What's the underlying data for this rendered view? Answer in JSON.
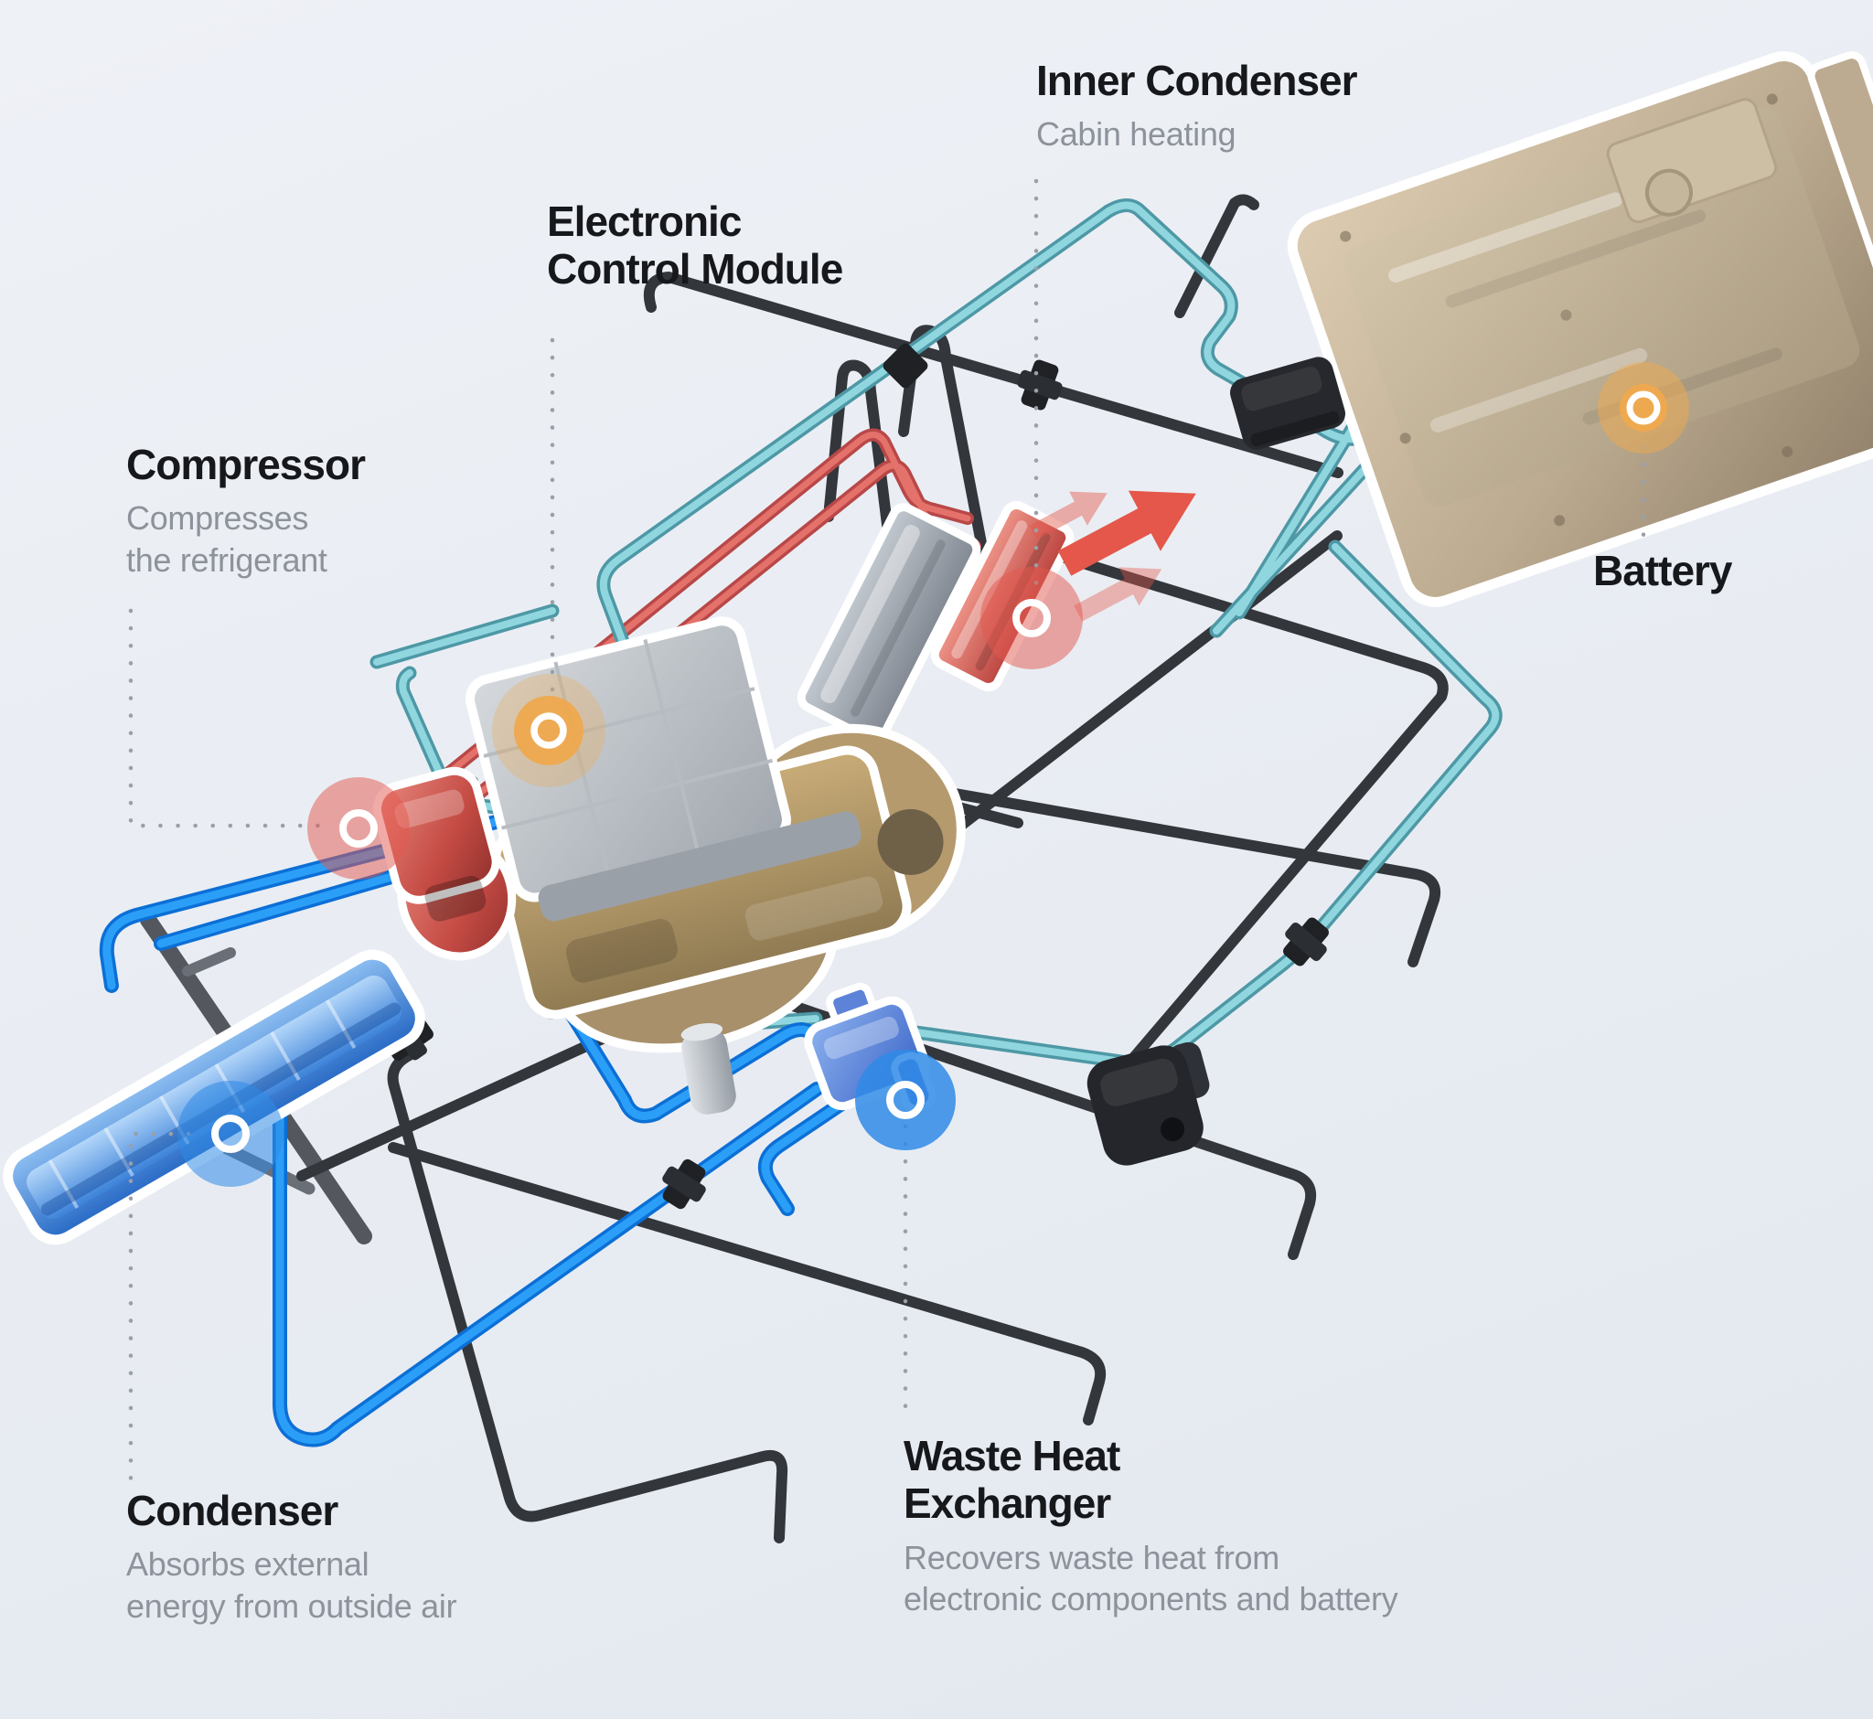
{
  "page": {
    "background": "#e9edf3",
    "description": "EV heat-pump thermal management system diagram"
  },
  "colors": {
    "background": "#e9edf3",
    "title_text": "#17181b",
    "subtitle_text": "#8d929b",
    "leader_dots": "#9aa0a9",
    "pipe_black": "#33363b",
    "pipe_gray_rail": "#54575e",
    "pipe_red_edge": "#b84848",
    "pipe_red_core": "#e4716a",
    "pipe_teal_edge": "#4e98a6",
    "pipe_teal_core": "#8fd6de",
    "pipe_teal_light": "#9bd9e0",
    "pipe_blue_edge": "#0c6fd6",
    "pipe_blue_core": "#2b9ff7",
    "heat_arrow": "#e4574a"
  },
  "components": {
    "inner_condenser": {
      "title": "Inner Condenser",
      "subtitle": "Cabin heating",
      "marker_color": "#e4574e"
    },
    "electronic_control_module": {
      "title_line1": "Electronic",
      "title_line2": "Control Module",
      "marker_color": "#efa94e"
    },
    "compressor": {
      "title": "Compressor",
      "subtitle_line1": "Compresses",
      "subtitle_line2": "the refrigerant",
      "marker_color": "#e4574e"
    },
    "battery": {
      "title": "Battery",
      "marker_color": "#efa94e"
    },
    "condenser": {
      "title": "Condenser",
      "subtitle_line1": "Absorbs external",
      "subtitle_line2": "energy from outside air",
      "marker_color": "#2f8be6"
    },
    "waste_heat_exchanger": {
      "title_line1": "Waste Heat",
      "title_line2": "Exchanger",
      "subtitle_line1": "Recovers waste heat from",
      "subtitle_line2": "electronic components and battery",
      "marker_color": "#2f8be6"
    }
  }
}
